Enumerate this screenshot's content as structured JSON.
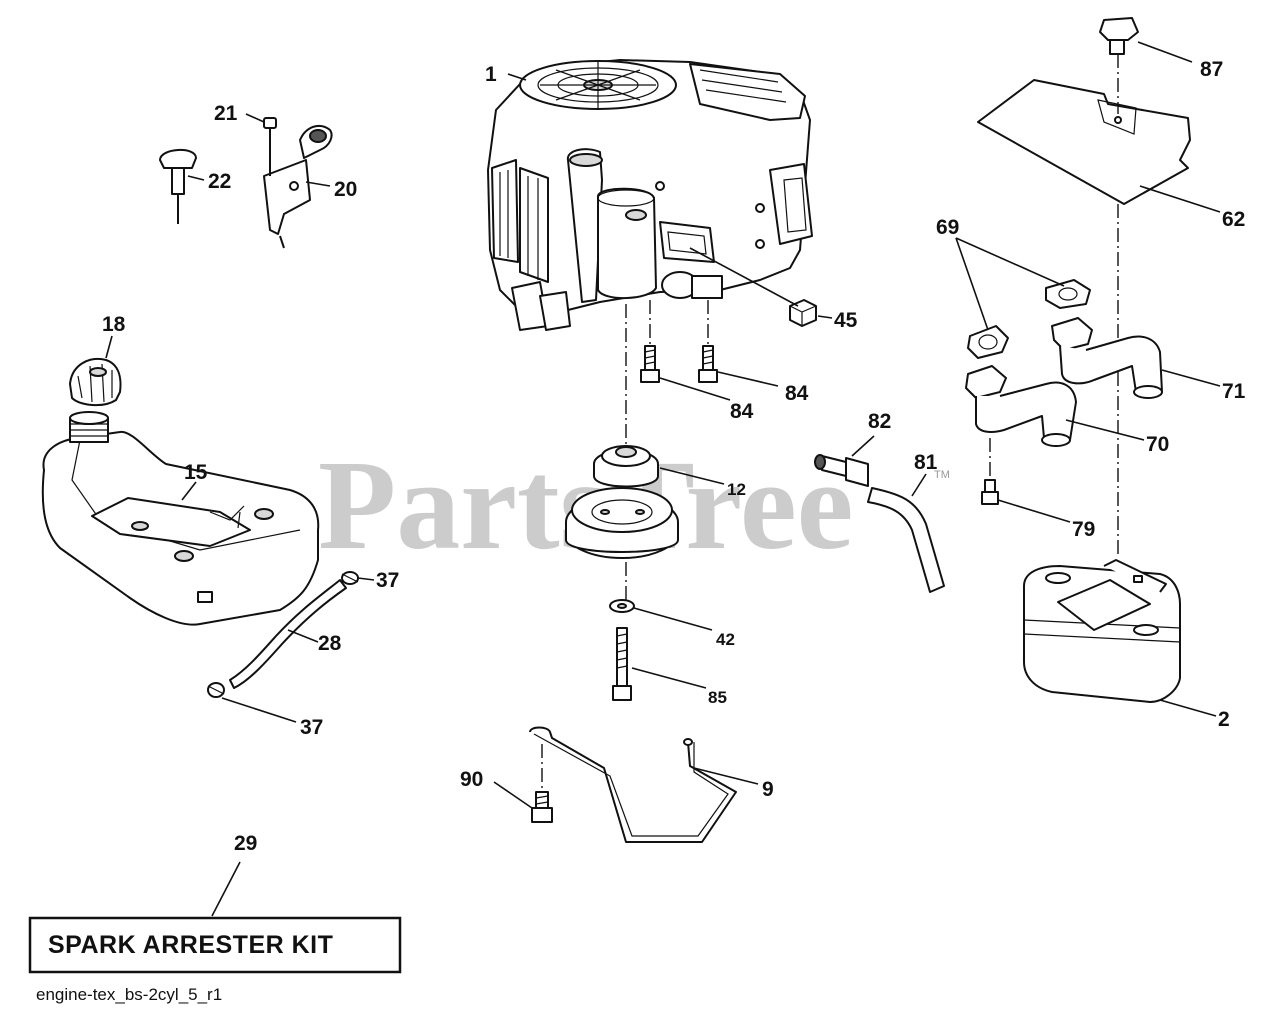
{
  "diagram": {
    "watermark": "PartsTree",
    "watermark_mark": "TM",
    "kit_label": "SPARK ARRESTER KIT",
    "drawing_id": "engine-tex_bs-2cyl_5_r1"
  },
  "parts": {
    "p1": "1",
    "p2": "2",
    "p9": "9",
    "p12": "12",
    "p15": "15",
    "p18": "18",
    "p20": "20",
    "p21": "21",
    "p22": "22",
    "p28": "28",
    "p29": "29",
    "p37a": "37",
    "p37b": "37",
    "p42": "42",
    "p45": "45",
    "p62": "62",
    "p69": "69",
    "p70": "70",
    "p71": "71",
    "p79": "79",
    "p81": "81",
    "p82": "82",
    "p84a": "84",
    "p84b": "84",
    "p85": "85",
    "p87": "87",
    "p90": "90"
  }
}
